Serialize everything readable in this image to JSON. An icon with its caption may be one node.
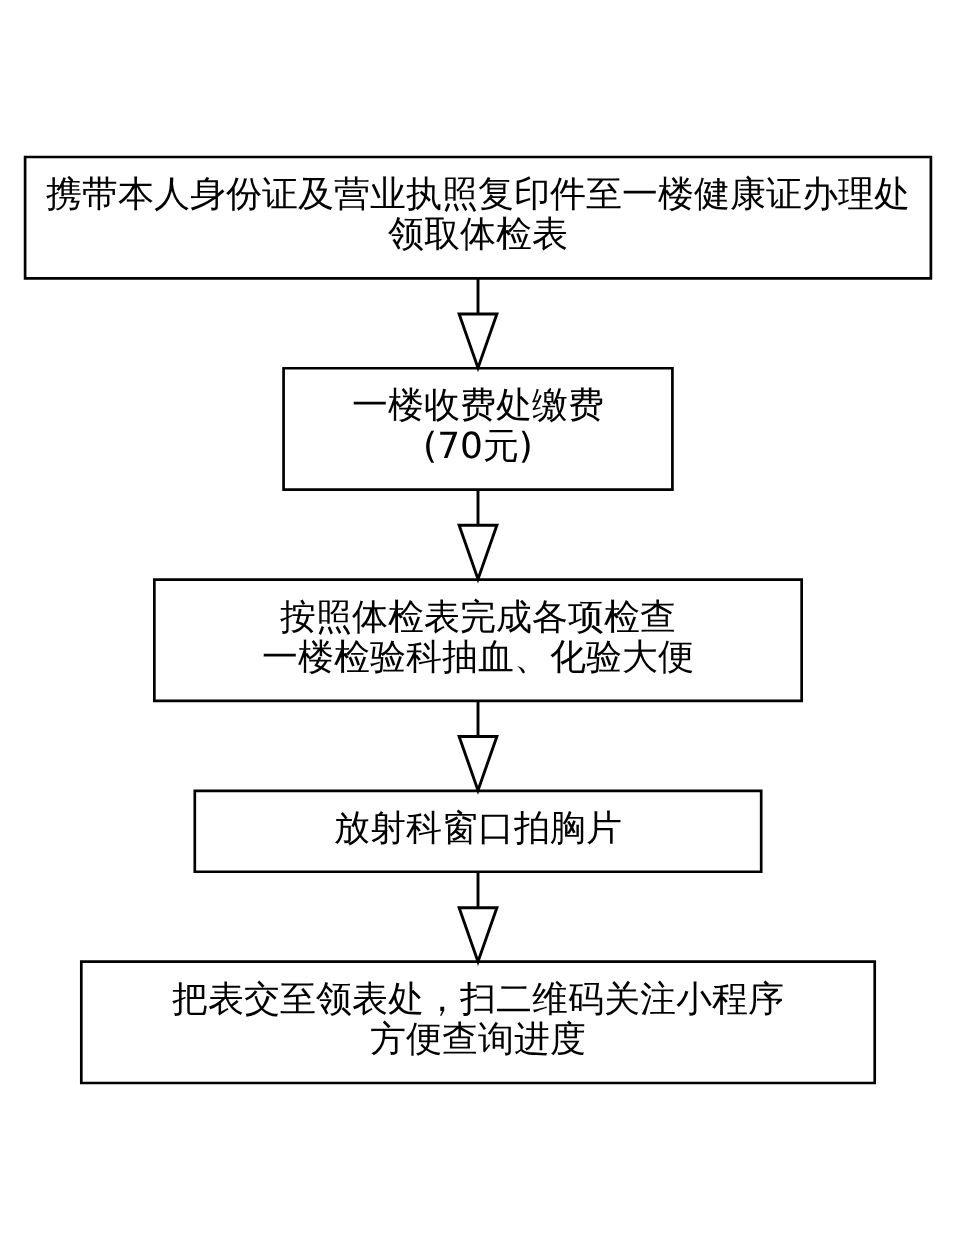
{
  "diagram": {
    "nodes": [
      {
        "text": [
          "携带本人身份证及营业执照复印件至一楼健康证办理处领取体检表"
        ]
      },
      {
        "text": [
          "一楼收费处缴费",
          "(70元)"
        ]
      },
      {
        "text": [
          "按照体检表完成各项检查",
          "一楼检验科抽血、化验大便"
        ]
      },
      {
        "text": [
          "放射科窗口拍胸片"
        ]
      },
      {
        "text": [
          "把表交至领表处，扫二维码关注小程序方便查询进度"
        ]
      }
    ],
    "edges": [
      {
        "from": 0,
        "to": 1,
        "arrow": "to"
      },
      {
        "from": 1,
        "to": 2,
        "arrow": "to"
      },
      {
        "from": 2,
        "to": 3,
        "arrow": "to"
      },
      {
        "from": 3,
        "to": 4,
        "arrow": "to"
      }
    ]
  }
}
